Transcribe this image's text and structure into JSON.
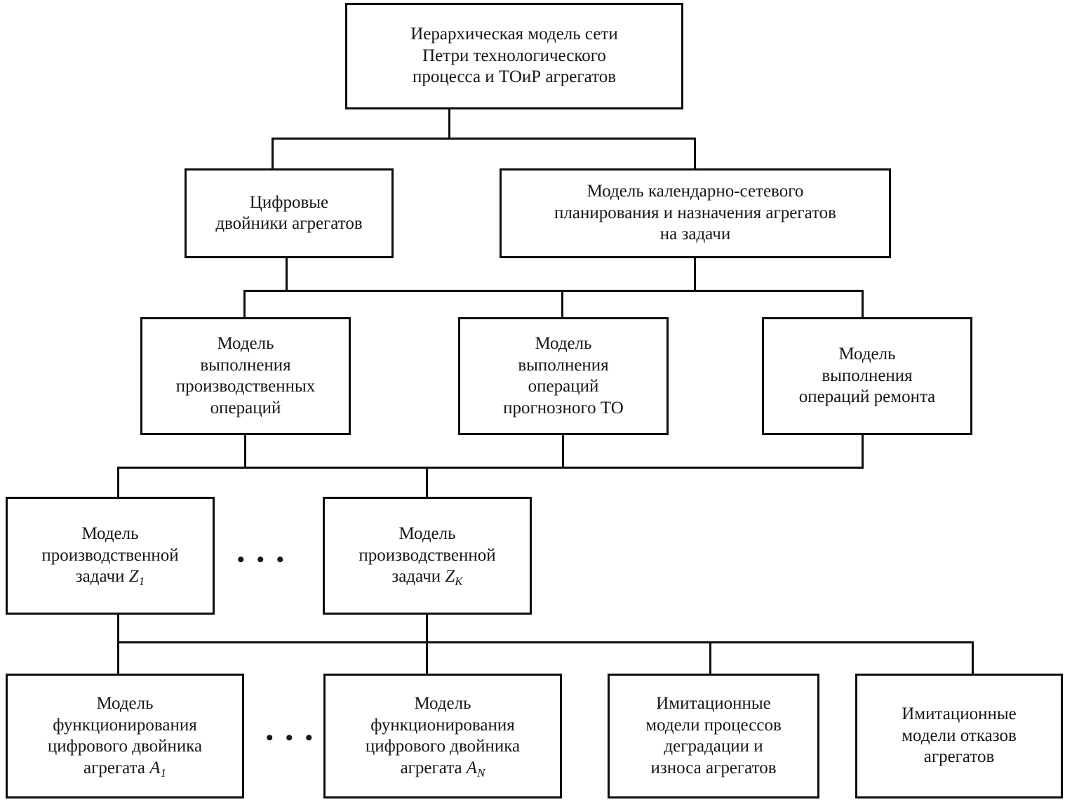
{
  "diagram": {
    "title_root": "Иерархическая модель сети Петри технологического процесса и  ТОиР агрегатов",
    "ellipsis_glyph": "• • •",
    "colors": {
      "stroke": "#0d0d12",
      "text": "#16161c",
      "background": "#ffffff"
    },
    "levels": [
      {
        "name": "level-1-root",
        "nodes": [
          {
            "id": "root",
            "lines": [
              "Иерархическая модель сети",
              "Петри технологического",
              "процесса и  ТОиР агрегатов"
            ]
          }
        ]
      },
      {
        "name": "level-2",
        "nodes": [
          {
            "id": "digital-twins",
            "lines": [
              "Цифровые",
              "двойники агрегатов"
            ]
          },
          {
            "id": "calendar-network-planning",
            "lines": [
              "Модель календарно-сетевого",
              "планирования и назначения агрегатов",
              "на задачи"
            ]
          }
        ]
      },
      {
        "name": "level-3",
        "nodes": [
          {
            "id": "production-operations",
            "lines": [
              "Модель",
              "выполнения",
              "производственных",
              "операций"
            ]
          },
          {
            "id": "predictive-maintenance-operations",
            "lines": [
              "Модель",
              "выполнения",
              "операций",
              "прогнозного ТО"
            ]
          },
          {
            "id": "repair-operations",
            "lines": [
              "Модель",
              "выполнения",
              "операций  ремонта"
            ]
          }
        ]
      },
      {
        "name": "level-4",
        "nodes": [
          {
            "id": "production-task-z1",
            "lines": [
              "Модель",
              "производственной",
              "задачи Z₁"
            ],
            "line3_prefix": "задачи ",
            "line3_var": "Z",
            "line3_sub": "1"
          },
          {
            "id": "production-task-zk",
            "lines": [
              "Модель",
              "производственной",
              "задачи Z_K"
            ],
            "line3_prefix": "задачи ",
            "line3_var": "Z",
            "line3_sub": "K"
          }
        ]
      },
      {
        "name": "level-5",
        "nodes": [
          {
            "id": "digital-twin-a1",
            "lines": [
              "Модель",
              "функционирования",
              "цифрового двойника",
              "агрегата A₁"
            ],
            "line4_prefix": "агрегата ",
            "line4_var": "A",
            "line4_sub": "1"
          },
          {
            "id": "digital-twin-an",
            "lines": [
              "Модель",
              "функционирования",
              "цифрового двойника",
              "агрегата A_N"
            ],
            "line4_prefix": "агрегата ",
            "line4_var": "A",
            "line4_sub": "N"
          },
          {
            "id": "degradation-wear-simulation",
            "lines": [
              "Имитационные",
              "модели процессов",
              "деградации и",
              "износа агрегатов"
            ]
          },
          {
            "id": "failure-simulation",
            "lines": [
              "Имитационные",
              "модели отказов",
              "агрегатов"
            ]
          }
        ]
      }
    ]
  }
}
